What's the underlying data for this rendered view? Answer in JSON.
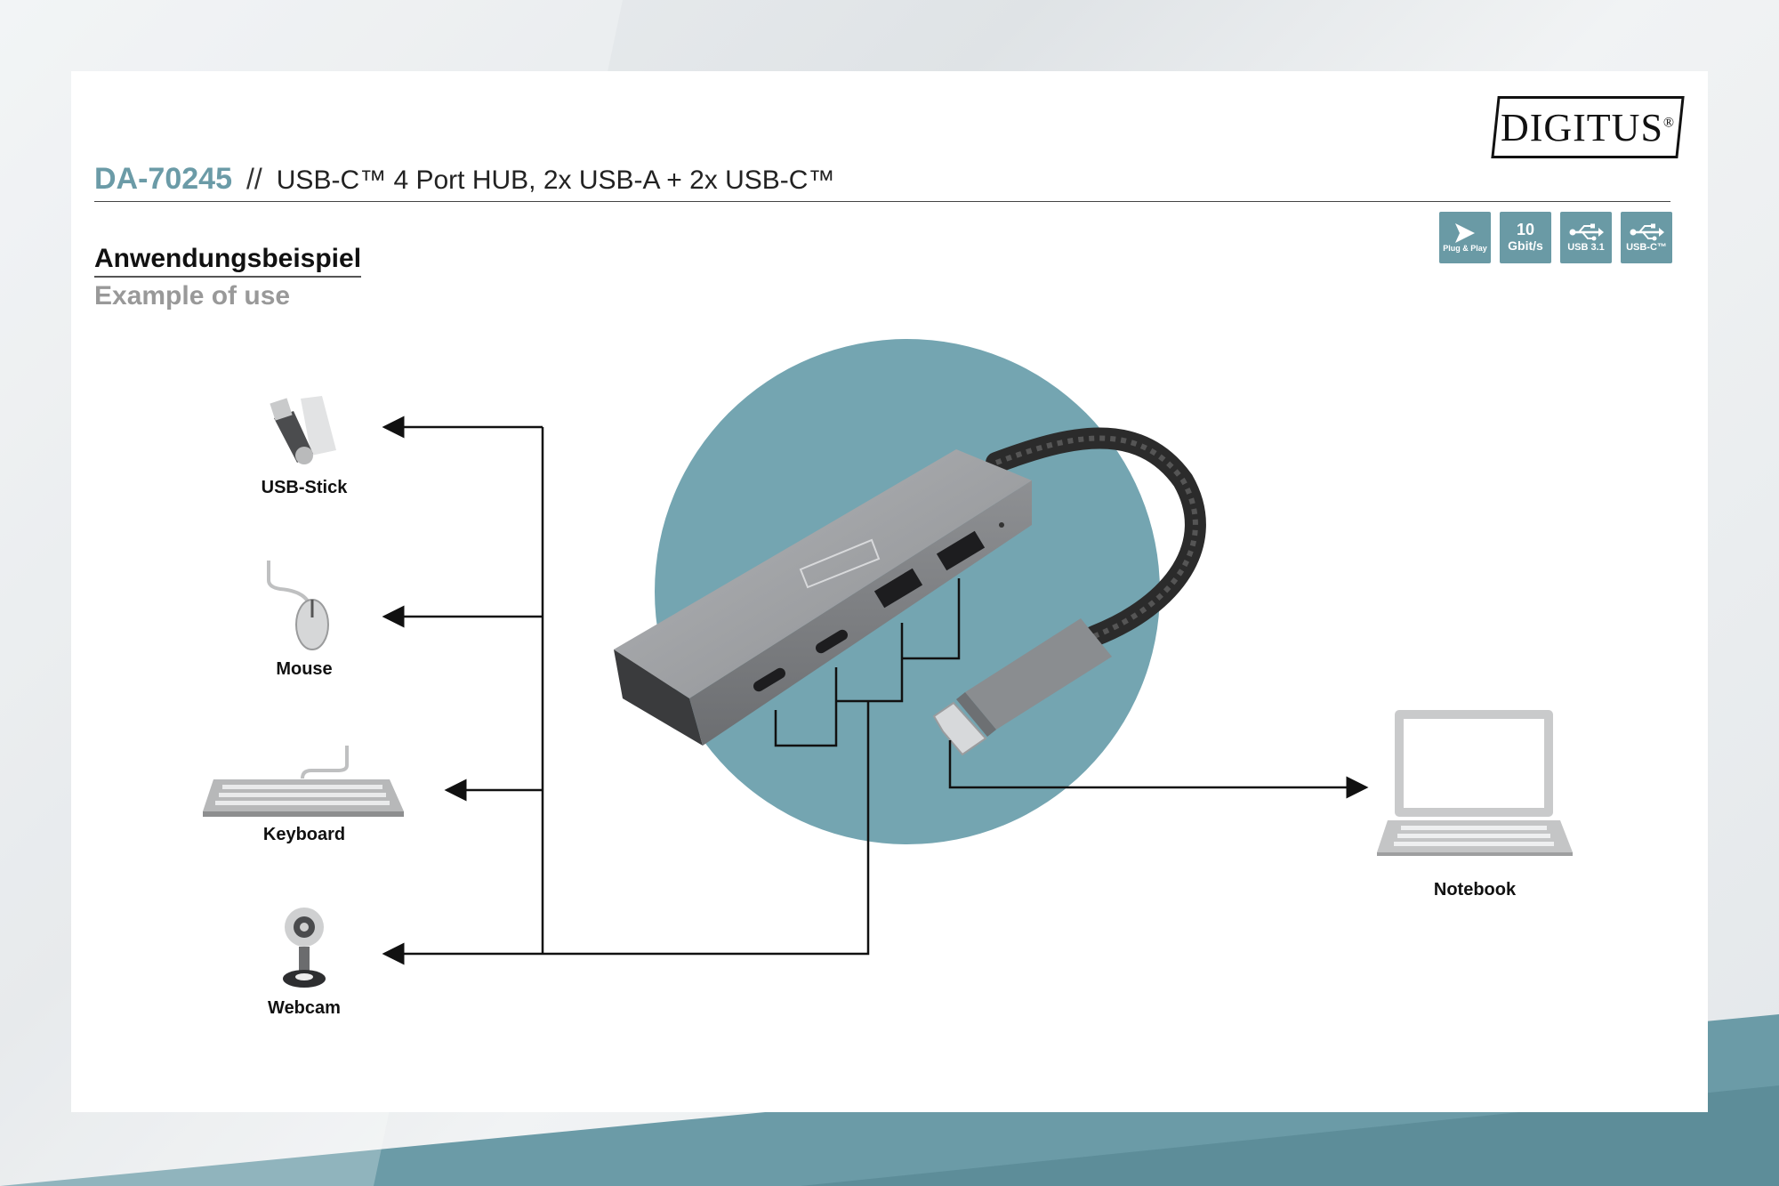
{
  "header": {
    "model": "DA-70245",
    "separator": "//",
    "product": "USB-C™ 4 Port HUB, 2x USB-A + 2x USB-C™"
  },
  "logo": {
    "text": "DIGITUS",
    "mark": "®"
  },
  "badges": [
    {
      "icon": "plug-and-play-icon",
      "label": "Plug & Play"
    },
    {
      "icon": "speed-icon",
      "value": "10",
      "unit": "Gbit/s"
    },
    {
      "icon": "usb-icon",
      "label": "USB 3.1"
    },
    {
      "icon": "usb-icon",
      "label": "USB-C™"
    }
  ],
  "section": {
    "title": "Anwendungsbeispiel",
    "subtitle": "Example of use"
  },
  "devices": {
    "usb_stick": "USB-Stick",
    "mouse": "Mouse",
    "keyboard": "Keyboard",
    "webcam": "Webcam",
    "notebook": "Notebook"
  },
  "colors": {
    "accent": "#6b9ba7",
    "circle": "#74a5b1",
    "hub": "#8f9193",
    "line": "#111111"
  }
}
